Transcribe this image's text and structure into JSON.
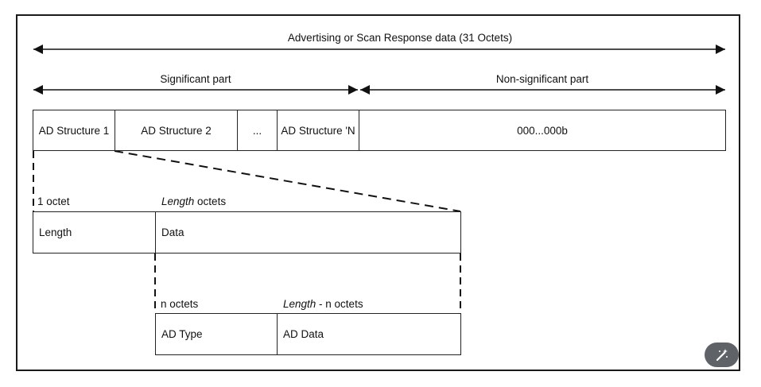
{
  "title": "Advertising or Scan Response data (31 Octets)",
  "significant": "Significant part",
  "non_significant": "Non-significant part",
  "top_row": {
    "ad1": "AD Structure 1",
    "ad2": "AD Structure 2",
    "ellipsis": "...",
    "adn": "AD Structure 'N",
    "zeros": "000...000b"
  },
  "mid": {
    "one_octet": "1 octet",
    "length_word": "Length",
    "octets_word": " octets",
    "length_box": "Length",
    "data_box": "Data"
  },
  "bottom": {
    "n_octets": "n octets",
    "length_word": "Length",
    "minus_n": " - n octets",
    "ad_type": "AD Type",
    "ad_data": "AD Data"
  },
  "icons": {
    "magic": "magic-wand-icon"
  }
}
